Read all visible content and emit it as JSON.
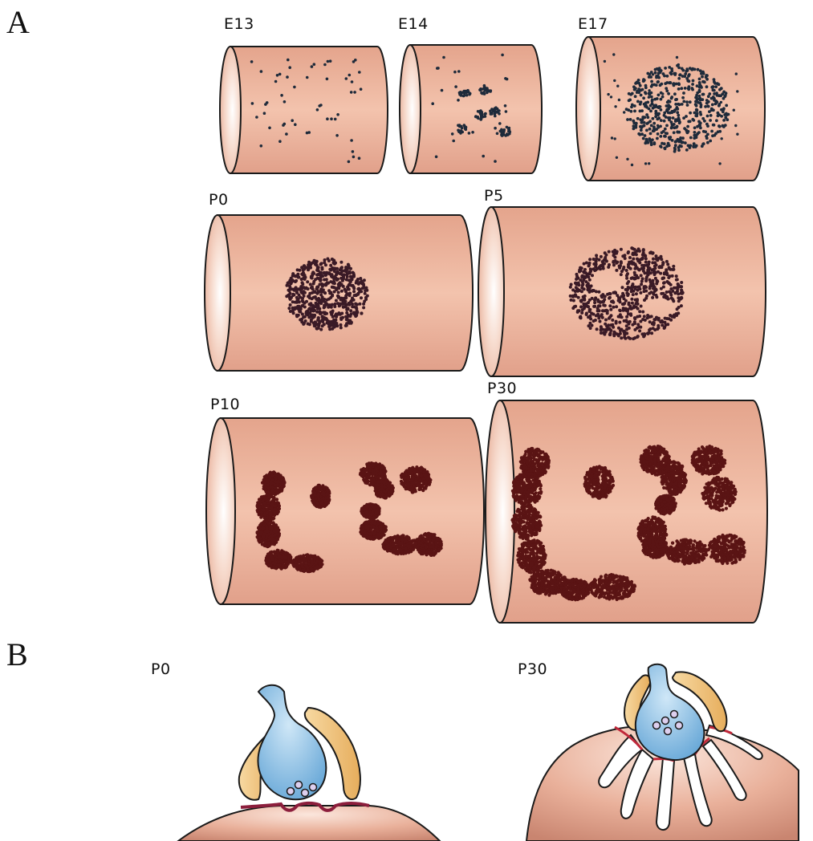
{
  "panels": {
    "a": {
      "letter": "A",
      "stages": [
        "E13",
        "E14",
        "E17",
        "P0",
        "P5",
        "P10",
        "P30"
      ]
    },
    "b": {
      "letter": "B",
      "stages": [
        "P0",
        "P30"
      ]
    }
  },
  "colors": {
    "muscle_fiber": "#edb39c",
    "fiber_edge": "#1a1a1a",
    "cluster_early": "#1e2a3a",
    "cluster_mid": "#3a1a26",
    "cluster_late": "#5a1414",
    "nerve_terminal": "#8cc2e6",
    "schwann_cell": "#f1c37e",
    "synaptic_vesicle": "#d9c8e8",
    "postsynaptic_membrane": "#c0283a"
  }
}
